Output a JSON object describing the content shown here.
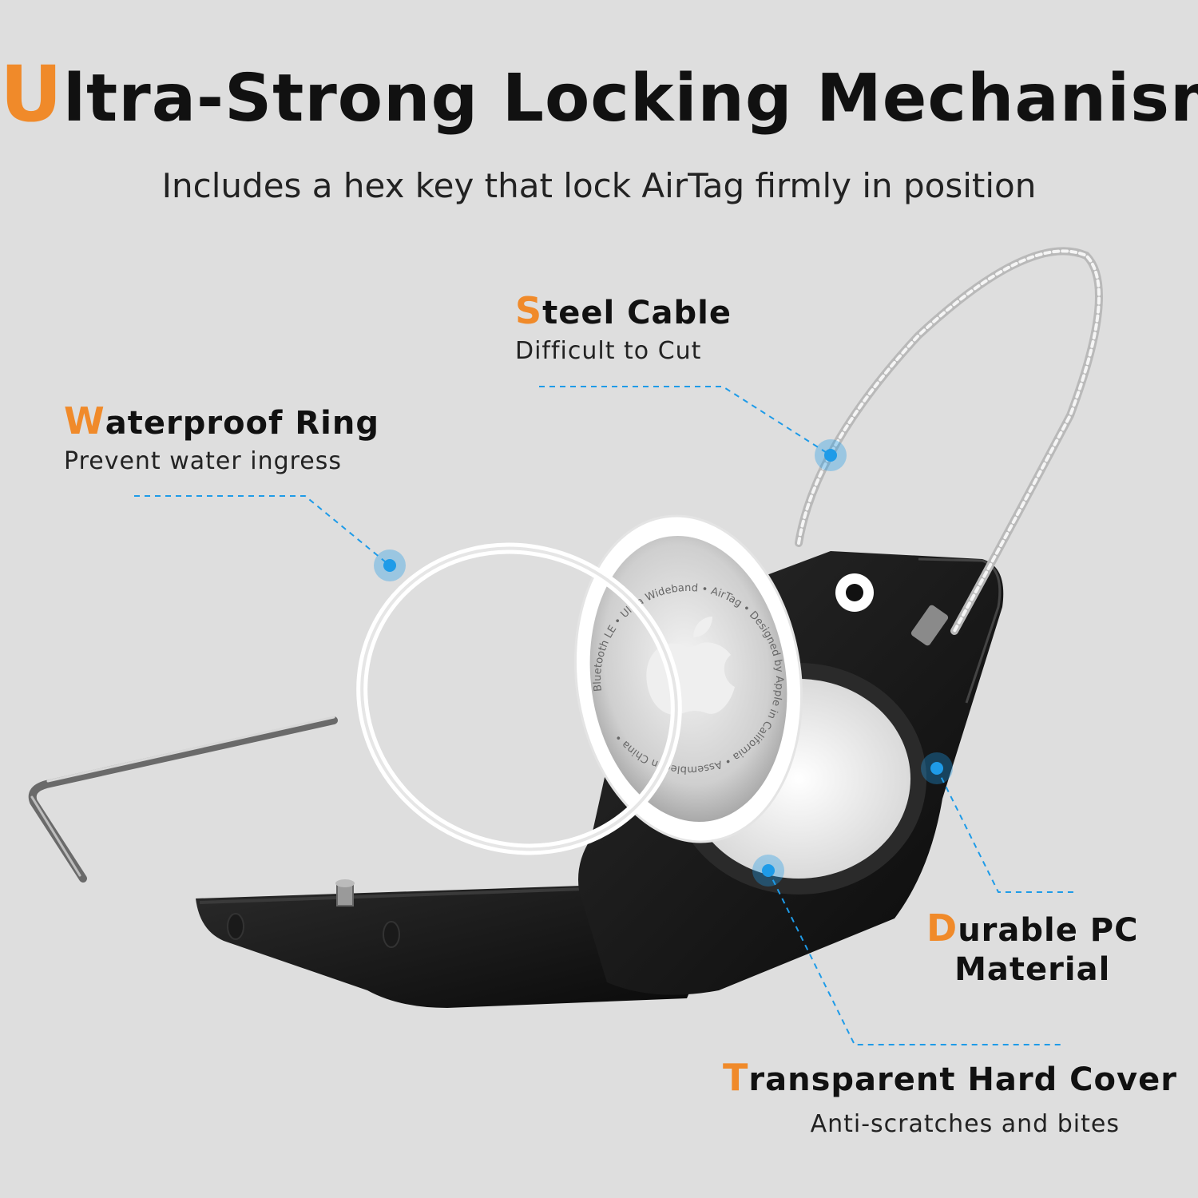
{
  "header": {
    "title_initial": "U",
    "title_rest": "ltra-Strong Locking Mechanism",
    "subtitle": "Includes a hex key that lock AirTag firmly in position"
  },
  "callouts": {
    "steel_cable": {
      "initial": "S",
      "rest": "teel Cable",
      "sub": "Difficult to Cut"
    },
    "waterproof_ring": {
      "initial": "W",
      "rest": "aterproof Ring",
      "sub": "Prevent water ingress"
    },
    "durable_pc": {
      "initial": "D",
      "rest": "urable PC",
      "line2": "Material"
    },
    "transparent_cover": {
      "initial": "T",
      "rest": "ransparent Hard Cover",
      "sub": "Anti-scratches and bites"
    }
  },
  "product": {
    "airtag_text": "Bluetooth LE • Ultra Wideband • AirTag • Designed by Apple in California • Assembled in China •"
  },
  "colors": {
    "accent": "#f08a2a",
    "callout_blue": "#1e9be8",
    "background": "#dedede"
  }
}
